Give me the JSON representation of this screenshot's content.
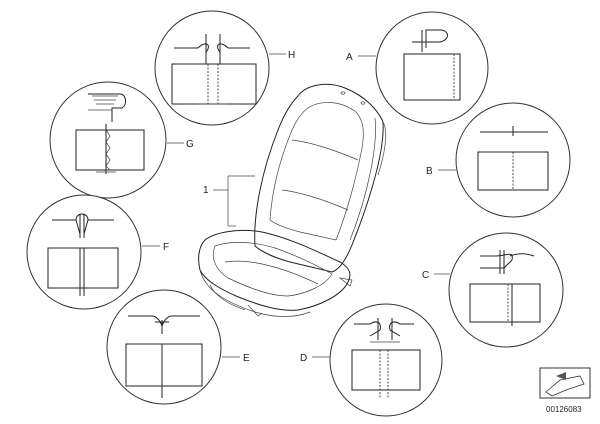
{
  "diagram": {
    "part_label": "1",
    "ref_number": "00126083",
    "details": [
      {
        "id": "A",
        "label": "A"
      },
      {
        "id": "B",
        "label": "B"
      },
      {
        "id": "C",
        "label": "C"
      },
      {
        "id": "D",
        "label": "D"
      },
      {
        "id": "E",
        "label": "E"
      },
      {
        "id": "F",
        "label": "F"
      },
      {
        "id": "G",
        "label": "G"
      },
      {
        "id": "H",
        "label": "H"
      }
    ]
  }
}
